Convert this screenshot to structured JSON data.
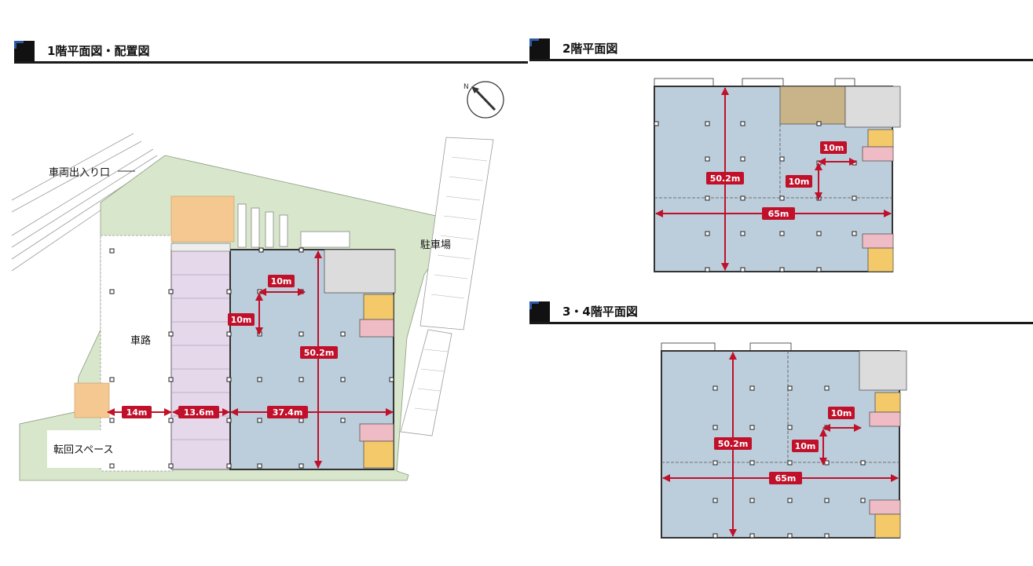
{
  "sections": {
    "floor1": {
      "title": "1階平面図・配置図"
    },
    "floor2": {
      "title": "2階平面図"
    },
    "floor34": {
      "title": "3・4階平面図"
    }
  },
  "floor1": {
    "labels": {
      "entrance": "車両出入り口",
      "parking": "駐車場",
      "roadway": "車路",
      "turning": "転回スペース",
      "compass": "N"
    },
    "dims": {
      "grid_h": "10m",
      "grid_v": "10m",
      "depth": "50.2m",
      "w14": "14m",
      "w136": "13.6m",
      "w374": "37.4m"
    }
  },
  "floor2": {
    "dims": {
      "grid_h": "10m",
      "grid_v": "10m",
      "depth": "50.2m",
      "width": "65m"
    }
  },
  "floor34": {
    "dims": {
      "grid_h": "10m",
      "grid_v": "10m",
      "depth": "50.2m",
      "width": "65m"
    }
  },
  "colors": {
    "dim_red": "#c0102a",
    "floor_blue": "#bccddb",
    "lavender": "#e4d8ea",
    "orange": "#f3c96a",
    "pink": "#efbcc5",
    "green": "#d8e6cc",
    "tan": "#c9b48a",
    "peach": "#f4c890"
  }
}
